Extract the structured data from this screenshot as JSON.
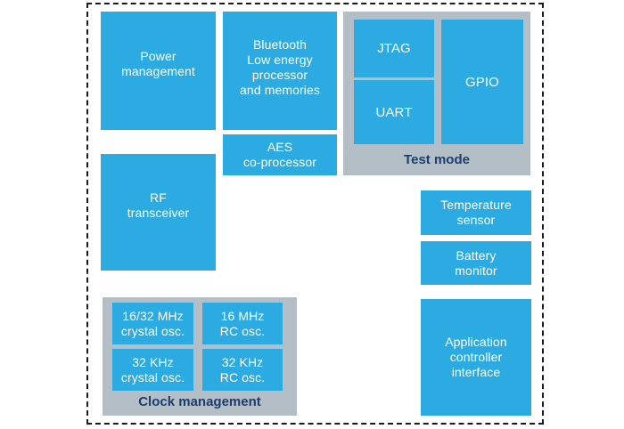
{
  "colors": {
    "block_blue": "#2BABE2",
    "container_gray": "#B4BEC7",
    "label_navy": "#1C3E6E",
    "dashed_border": "#1A1A1A",
    "block_text": "#FFFFFF",
    "background": "#FFFFFF"
  },
  "blocks": {
    "power_management": {
      "label": "Power\nmanagement"
    },
    "bluetooth_processor": {
      "label": "Bluetooth\nLow energy\nprocessor\nand memories"
    },
    "aes_coprocessor": {
      "label": "AES\nco-processor"
    },
    "rf_transceiver": {
      "label": "RF\ntransceiver"
    },
    "temperature_sensor": {
      "label": "Temperature\nsensor"
    },
    "battery_monitor": {
      "label": "Battery\nmonitor"
    },
    "application_controller_interface": {
      "label": "Application\ncontroller\ninterface"
    }
  },
  "test_mode": {
    "label": "Test mode",
    "blocks": {
      "jtag": "JTAG",
      "uart": "UART",
      "gpio": "GPIO"
    }
  },
  "clock_management": {
    "label": "Clock management",
    "blocks": {
      "crystal_16_32mhz": "16/32 MHz\ncrystal osc.",
      "rc_16mhz": "16 MHz\nRC osc.",
      "crystal_32khz": "32 KHz\ncrystal osc.",
      "rc_32khz": "32 KHz\nRC osc."
    }
  }
}
